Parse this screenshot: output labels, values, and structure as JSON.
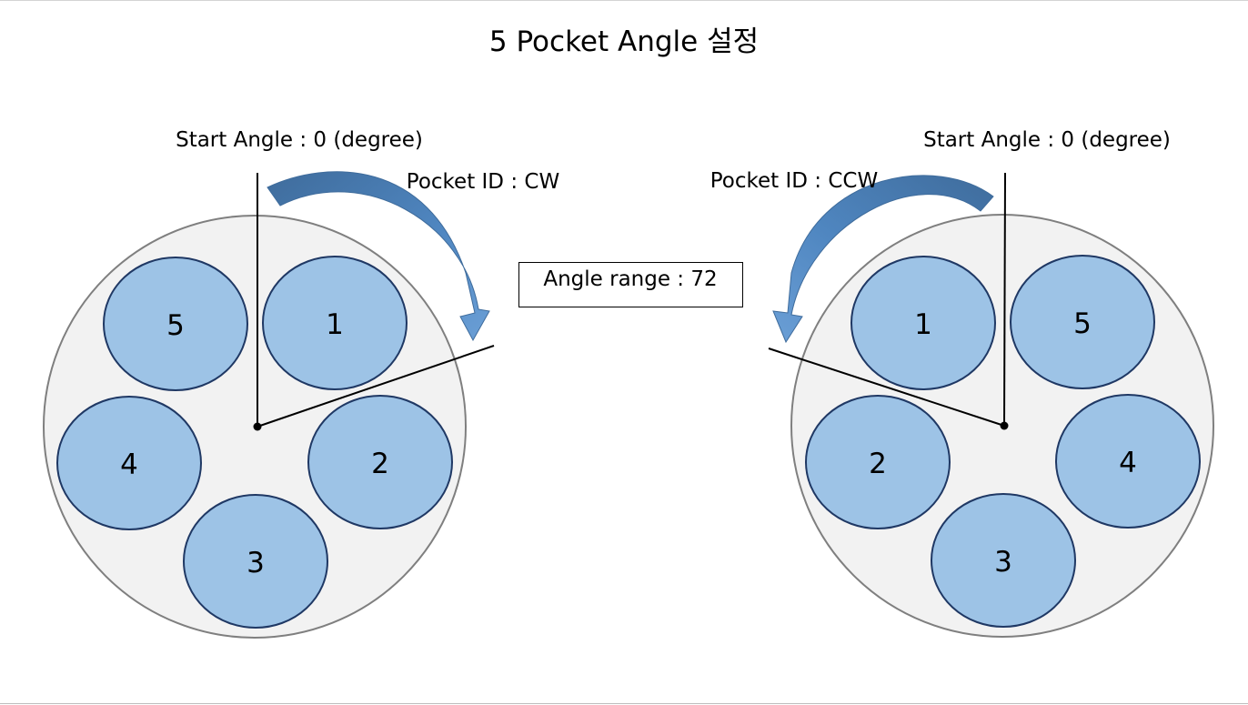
{
  "title": "5 Pocket Angle 설정",
  "angle_range_label": "Angle range : 72",
  "colors": {
    "disc_fill": "#f2f2f2",
    "disc_stroke": "#7f7f7f",
    "pocket_fill": "#9dc3e6",
    "pocket_stroke": "#1f3864",
    "arrow_fill": "#4a7eb5",
    "arrow_dark": "#3f6c9c"
  },
  "left": {
    "start_angle_label": "Start Angle : 0 (degree)",
    "pocket_id_label": "Pocket ID : CW",
    "pocket_labels": [
      "1",
      "2",
      "3",
      "4",
      "5"
    ]
  },
  "right": {
    "start_angle_label": "Start Angle : 0 (degree)",
    "pocket_id_label": "Pocket ID : CCW",
    "pocket_labels": [
      "1",
      "5",
      "4",
      "3",
      "2"
    ]
  }
}
